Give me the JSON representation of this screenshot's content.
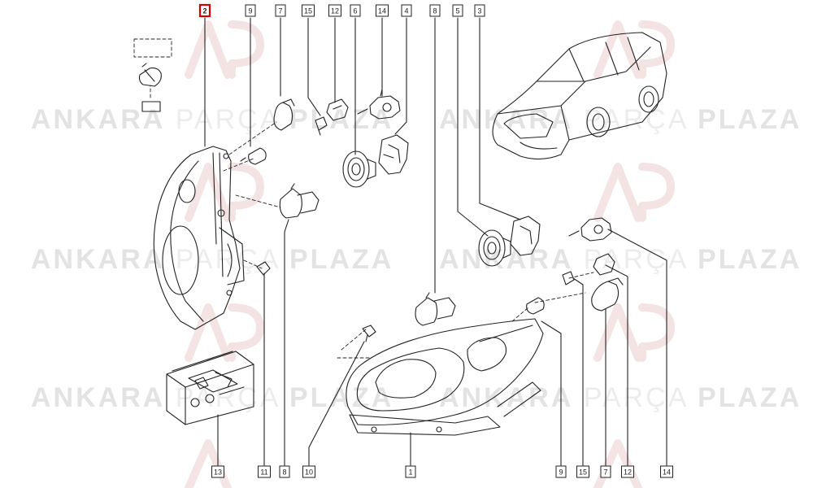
{
  "watermark": {
    "word1": "ANKARA",
    "word2": "PARÇA",
    "word3": "PLAZA",
    "logo": "AP"
  },
  "top_callouts": [
    "2",
    "9",
    "7",
    "15",
    "12",
    "6",
    "14",
    "4",
    "8",
    "5",
    "3"
  ],
  "bottom_callouts": [
    "13",
    "11",
    "8",
    "10",
    "1",
    "9",
    "15",
    "7",
    "12",
    "14"
  ],
  "highlight_callout": "2",
  "colors": {
    "line": "#222222",
    "highlight": "#d40000",
    "watermark": "#e3e3e3"
  }
}
